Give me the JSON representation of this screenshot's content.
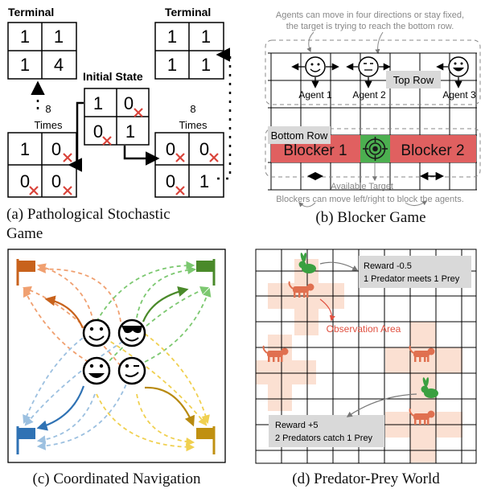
{
  "panel_a": {
    "terminal_left_label": "Terminal",
    "terminal_right_label": "Terminal",
    "initial_label": "Initial State",
    "terminal_left_values": [
      "1",
      "1",
      "1",
      "4"
    ],
    "terminal_right_values": [
      "1",
      "1",
      "1",
      "1"
    ],
    "initial_values": [
      "1",
      "0",
      "0",
      "1"
    ],
    "loop_left_values": [
      "1",
      "0",
      "0",
      "0"
    ],
    "loop_right_values": [
      "0",
      "0",
      "0",
      "1"
    ],
    "loop_count": "8",
    "loop_unit": "Times",
    "caption_line1": "(a) Pathological Stochastic",
    "caption_line2": "Game"
  },
  "panel_b": {
    "note_top_line1": "Agents can move in four directions or stay fixed,",
    "note_top_line2": "the target is trying to reach the bottom row.",
    "top_row_label": "Top Row",
    "bottom_row_label": "Bottom Row",
    "agents": [
      "Agent 1",
      "Agent 2",
      "Agent 3"
    ],
    "blockers": [
      "Blocker 1",
      "Blocker 2"
    ],
    "target_label": "Available Target",
    "note_bottom": "Blockers can move left/right to block the agents.",
    "caption": "(b) Blocker Game"
  },
  "panel_c": {
    "caption": "(c) Coordinated Navigation",
    "flag_colors": [
      "#c8621c",
      "#4a8a2a",
      "#2f72b4",
      "#c09010"
    ]
  },
  "panel_d": {
    "reward_top_line1": "Reward -0.5",
    "reward_top_line2": "1 Predator meets 1 Prey",
    "observation_label": "Observation Area",
    "reward_bottom_line1": "Reward +5",
    "reward_bottom_line2": "2 Predators catch 1 Prey",
    "caption": "(d) Predator-Prey World"
  }
}
